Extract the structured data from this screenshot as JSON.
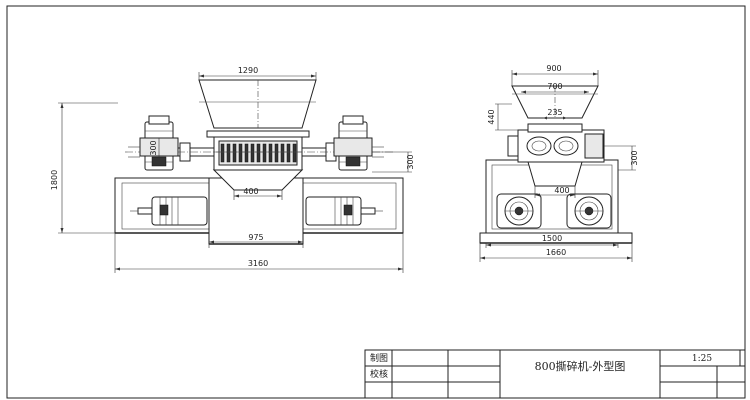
{
  "front_view": {
    "dims": {
      "hopper_top": "1290",
      "height": "1800",
      "shaft_side": "300",
      "gearbox_side": "300",
      "outlet": "400",
      "frame_inner": "975",
      "overall_length": "3160"
    }
  },
  "side_view": {
    "dims": {
      "hopper_top": "900",
      "hopper_mid": "700",
      "opening": "235",
      "hopper_height": "440",
      "right_height": "300",
      "outlet": "400",
      "frame_inner": "1500",
      "overall_width": "1660"
    }
  },
  "title_block": {
    "drawn_label": "制图",
    "checked_label": "校核",
    "drawing_title": "800撕碎机-外型图",
    "scale": "1:25"
  }
}
